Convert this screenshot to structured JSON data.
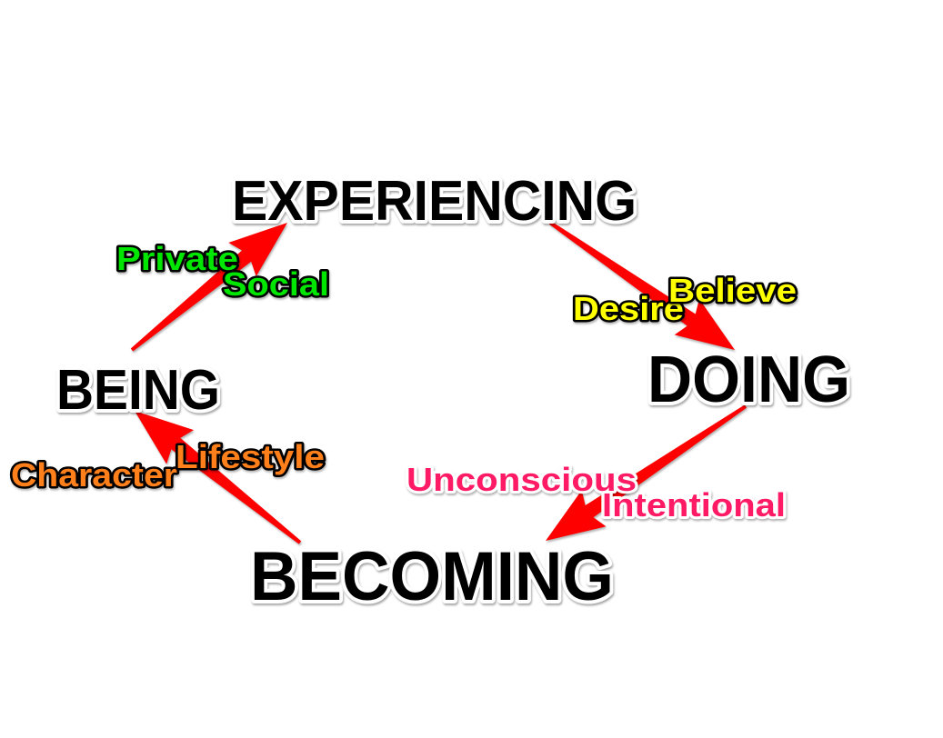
{
  "colors": {
    "arrow": "#ff0000",
    "private_social": "#00e600",
    "desire_believe": "#ffff00",
    "unconscious_intentional": "#ff1a66",
    "character_lifestyle": "#ff7f1a"
  },
  "nodes": {
    "experiencing": "EXPERIENCING",
    "doing": "DOING",
    "becoming": "BECOMING",
    "being": "BEING"
  },
  "edge_labels": {
    "private": "Private",
    "social": "Social",
    "desire": "Desire",
    "believe": "Believe",
    "unconscious": "Unconscious",
    "intentional": "Intentional",
    "character": "Character",
    "lifestyle": "Lifestyle"
  },
  "edges": [
    {
      "from": "being",
      "to": "experiencing"
    },
    {
      "from": "experiencing",
      "to": "doing"
    },
    {
      "from": "doing",
      "to": "becoming"
    },
    {
      "from": "becoming",
      "to": "being"
    }
  ]
}
